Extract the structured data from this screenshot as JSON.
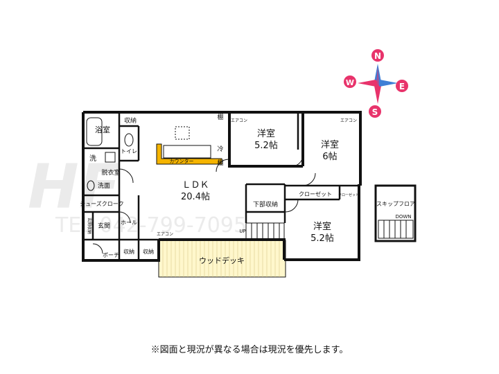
{
  "compass": {
    "n": "N",
    "e": "E",
    "s": "S",
    "w": "W"
  },
  "watermark": {
    "logo": "HF",
    "tel": "TEL 042-799-7095"
  },
  "rooms": {
    "bath": "浴室",
    "wash": "洗",
    "dressing": "脱衣室",
    "washbasin": "洗面",
    "storage_top": "収納",
    "toilet": "トイレ",
    "shoe_closet": "シューズクローク",
    "entrance_storage": "玄関収納",
    "entrance": "玄関",
    "hall": "ホール",
    "porch": "ポーチ",
    "storage_b1": "収納",
    "storage_b2": "収納",
    "ldk_name": "ＬＤＫ",
    "ldk_size": "20.4帖",
    "counter": "カウンター",
    "fridge": "冷",
    "shelf1": "棚",
    "shelf2": "棚",
    "aircon1": "エアコン",
    "aircon2": "エアコン",
    "aircon3": "エアコン",
    "western1_name": "洋室",
    "western1_size": "5.2帖",
    "western2_name": "洋室",
    "western2_size": "6帖",
    "under_storage": "下部収納",
    "closet": "クローゼット",
    "closet_small": "クローゼット",
    "western3_name": "洋室",
    "western3_size": "5.2帖",
    "up": "UP",
    "wood_deck": "ウッドデッキ",
    "skip_floor": "スキップフロア",
    "down": "DOWN"
  },
  "disclaimer": "※図面と現況が異なる場合は現況を優先します。",
  "colors": {
    "wall": "#111111",
    "counter": "#f5b400",
    "deck": "#fff7cc",
    "compass_red": "#e8336b",
    "compass_blue": "#3f7fd6"
  }
}
